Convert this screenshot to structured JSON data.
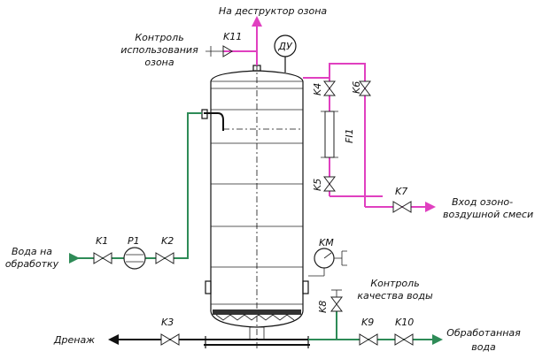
{
  "labels": {
    "to_destructor": "На деструктор озона",
    "ozone_control_line1": "Контроль",
    "ozone_control_line2": "использования",
    "ozone_control_line3": "озона",
    "water_in_line1": "Вода на",
    "water_in_line2": "обработку",
    "ozone_in_line1": "Вход озоно-",
    "ozone_in_line2": "воздушной смеси",
    "quality_line1": "Контроль",
    "quality_line2": "качества воды",
    "drain": "Дренаж",
    "treated_line1": "Обработанная",
    "treated_line2": "вода"
  },
  "tags": {
    "k1": "K1",
    "k2": "K2",
    "k3": "K3",
    "k4": "K4",
    "k5": "K5",
    "k6": "K6",
    "k7": "K7",
    "k8": "K8",
    "k9": "K9",
    "k10": "K10",
    "k11": "K11",
    "p1": "P1",
    "fi1": "FI1",
    "km": "KM",
    "du": "ДУ"
  },
  "colors": {
    "water": "#2e8b57",
    "ozone": "#e040c0",
    "drain": "#111111"
  }
}
